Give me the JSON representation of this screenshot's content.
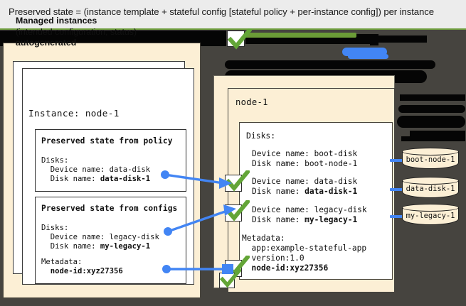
{
  "header": {
    "caption": "Preserved state = (instance template + stateful config [stateful policy + per-instance config]) per instance"
  },
  "colors": {
    "canvas_dark": "#46443F",
    "cream": "#FCEFD5",
    "accent_blue": "#4285F4",
    "accent_green": "#6B9B37",
    "redaction_black": "#050505",
    "page_background": "#ECECEC"
  },
  "left_panel": {
    "title_line1": "Managed instances",
    "title_line2": "(intended configuration, status)",
    "title_line3": "autogenerated",
    "instance_label": "Instance: node-1",
    "policy_box": {
      "title": "Preserved state from policy",
      "lines": [
        "Disks:",
        "  Device name: data-disk",
        "  Disk name: "
      ],
      "bold_value": "data-disk-1"
    },
    "configs_box": {
      "title": "Preserved state from configs",
      "disks_header": "Disks:",
      "device_line": "  Device name: legacy-disk",
      "disk_name_prefix": "  Disk name: ",
      "disk_name_value": "my-legacy-1",
      "metadata_header": "Metadata:",
      "metadata_value": "node-id:xyz27356"
    }
  },
  "right_panel": {
    "node_label": "node-1",
    "disks_header": "Disks:",
    "entries": [
      {
        "device": "Device name: boot-disk",
        "disk_prefix": "Disk name: ",
        "disk_value": "boot-node-1",
        "bold": false,
        "checked": false
      },
      {
        "device": "Device name: data-disk",
        "disk_prefix": "Disk name: ",
        "disk_value": "data-disk-1",
        "bold": true,
        "checked": true
      },
      {
        "device": "Device name: legacy-disk",
        "disk_prefix": "Disk name: ",
        "disk_value": "my-legacy-1",
        "bold": true,
        "checked": true
      }
    ],
    "metadata_header": "Metadata:",
    "metadata_lines": [
      "app:example-stateful-app",
      "version:1.0"
    ],
    "metadata_bold_line": "node-id:xyz27356"
  },
  "disks": [
    {
      "label": "boot-node-1"
    },
    {
      "label": "data-disk-1"
    },
    {
      "label": "my-legacy-1"
    }
  ],
  "icons": {
    "check": "check-icon",
    "cylinder": "disk-cylinder-icon",
    "arrow": "arrow-icon"
  }
}
